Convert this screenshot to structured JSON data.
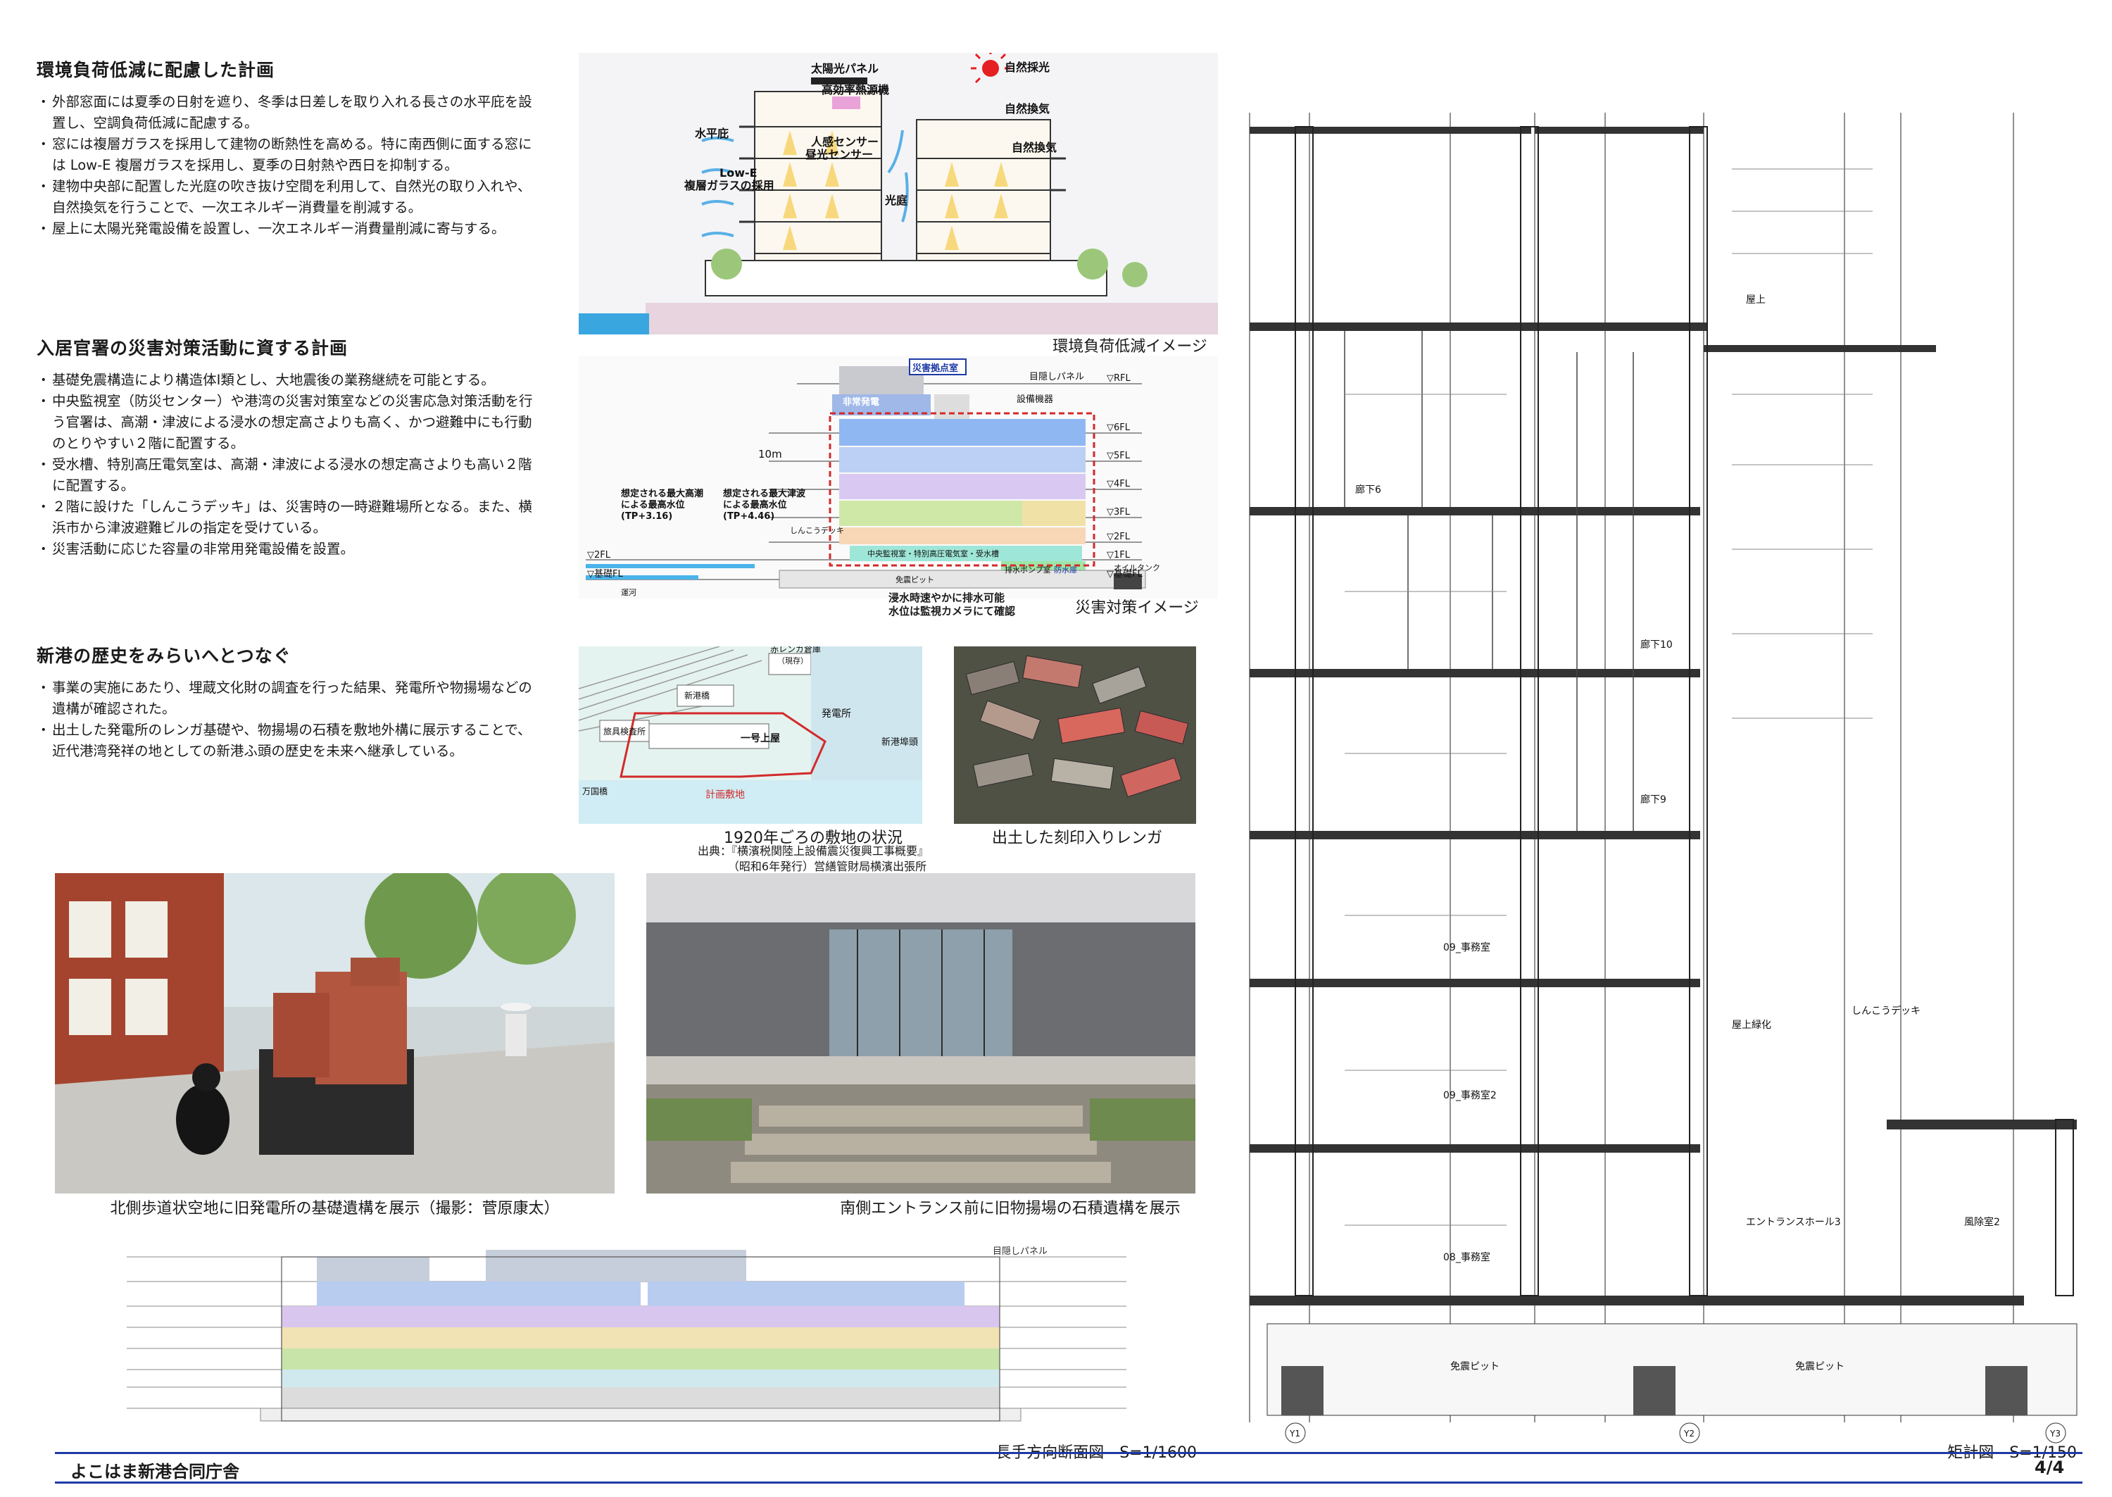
{
  "sections": {
    "env": {
      "title": "環境負荷低減に配慮した計画",
      "bullets": [
        "外部窓面には夏季の日射を遮り、冬季は日差しを取り入れる長さの水平庇を設置し、空調負荷低減に配慮する。",
        "窓には複層ガラスを採用して建物の断熱性を高める。特に南西側に面する窓には Low-E 複層ガラスを採用し、夏季の日射熱や西日を抑制する。",
        "建物中央部に配置した光庭の吹き抜け空間を利用して、自然光の取り入れや、自然換気を行うことで、一次エネルギー消費量を削減する。",
        "屋上に太陽光発電設備を設置し、一次エネルギー消費量削減に寄与する。"
      ]
    },
    "disaster": {
      "title": "入居官署の災害対策活動に資する計画",
      "bullets": [
        "基礎免震構造により構造体Ⅰ類とし、大地震後の業務継続を可能とする。",
        "中央監視室（防災センター）や港湾の災害対策室などの災害応急対策活動を行う官署は、高潮・津波による浸水の想定高さよりも高く、かつ避難中にも行動のとりやすい２階に配置する。",
        "受水槽、特別高圧電気室は、高潮・津波による浸水の想定高さよりも高い２階に配置する。",
        "２階に設けた「しんこうデッキ」は、災害時の一時避難場所となる。また、横浜市から津波避難ビルの指定を受けている。",
        "災害活動に応じた容量の非常用発電設備を設置。"
      ]
    },
    "history": {
      "title": "新港の歴史をみらいへとつなぐ",
      "bullets": [
        "事業の実施にあたり、埋蔵文化財の調査を行った結果、発電所や物揚場などの遺構が確認された。",
        "出土した発電所のレンガ基礎や、物揚場の石積を敷地外構に展示することで、近代港湾発祥の地としての新港ふ頭の歴史を未来へ継承している。"
      ]
    }
  },
  "env_diagram": {
    "caption": "環境負荷低減イメージ",
    "labels": {
      "solar": "太陽光パネル",
      "sunlight": "自然採光",
      "heat_source": "高効率熱源機",
      "ventilation": "自然換気",
      "eave": "水平庇",
      "sensor": "人感センサー",
      "dimming": "昼光センサー",
      "lowe": "Low-E",
      "glass": "複層ガラスの採用",
      "lightcourt": "光庭"
    }
  },
  "disaster_diagram": {
    "caption": "災害対策イメージ",
    "labels": {
      "base": "災害拠点室",
      "rfl": "▽RFL",
      "rooftop": "目隠しパネル",
      "emg_gen": "非常発電",
      "equip": "設備機器",
      "fl6": "▽6FL",
      "fl5": "▽5FL",
      "fl4": "▽4FL",
      "fl3": "▽3FL",
      "fl2": "▽2FL",
      "fl1": "▽1FL",
      "bfl": "▽基礎FL",
      "height": "10m",
      "tide": "想定される最大高潮",
      "tide2": "による最高水位",
      "tide3": "(TP+3.16)",
      "tsunami": "想定される最大津波",
      "tsunami2": "による最高水位",
      "tsunami3": "(TP+4.46)",
      "deck": "しんこうデッキ",
      "central": "中央監視室・特別高圧電気室・受水槽",
      "pump": "排水ポンプ室",
      "flood": "防水扉",
      "oil": "オイルタンク",
      "pit": "免震ピット",
      "canal": "運河",
      "drain": "浸水時速やかに排水可能",
      "camera": "水位は監視カメラにて確認"
    }
  },
  "site_map": {
    "caption": "1920年ごろの敷地の状況",
    "source1": "出典：『横濱税関陸上設備震災復興工事概要』",
    "source2": "（昭和6年発行）営繕管財局横濱出張所",
    "labels": {
      "warehouse": "赤レンガ倉庫",
      "exist": "（現存）",
      "newport": "新港橋",
      "plant": "発電所",
      "shed": "一号上屋",
      "inspect": "旅具検査所",
      "wharf": "万国橋",
      "site": "計画敷地",
      "harbor": "新港埠頭"
    }
  },
  "photos": {
    "bricks": "出土した刻印入りレンガ",
    "north": "北側歩道状空地に旧発電所の基礎遺構を展示（撮影：菅原康太）",
    "south": "南側エントランス前に旧物揚場の石積遺構を展示"
  },
  "long_section": {
    "caption": "長手方向断面図　S=1/1600",
    "rooftop": "目隠しパネル"
  },
  "wall_section": {
    "caption": "矩計図　S=1/150",
    "labels": {
      "roof": "屋上",
      "corridor10": "廊下10",
      "corridor9": "廊下9",
      "corridor6": "廊下6",
      "office9": "09_事務室",
      "office9b": "09_事務室2",
      "office8": "08_事務室",
      "roof_green": "屋上緑化",
      "deck": "しんこうデッキ",
      "hall": "エントランスホール3",
      "windbreak": "風除室2",
      "pit1": "免震ピット",
      "pit2": "免震ピット",
      "grid1": "Y1",
      "grid2": "Y2",
      "grid3": "Y3"
    }
  },
  "footer": {
    "title": "よこはま新港合同庁舎",
    "page": "4/4"
  },
  "colors": {
    "accent": "#1d3aa6",
    "red": "#d32a2a"
  }
}
